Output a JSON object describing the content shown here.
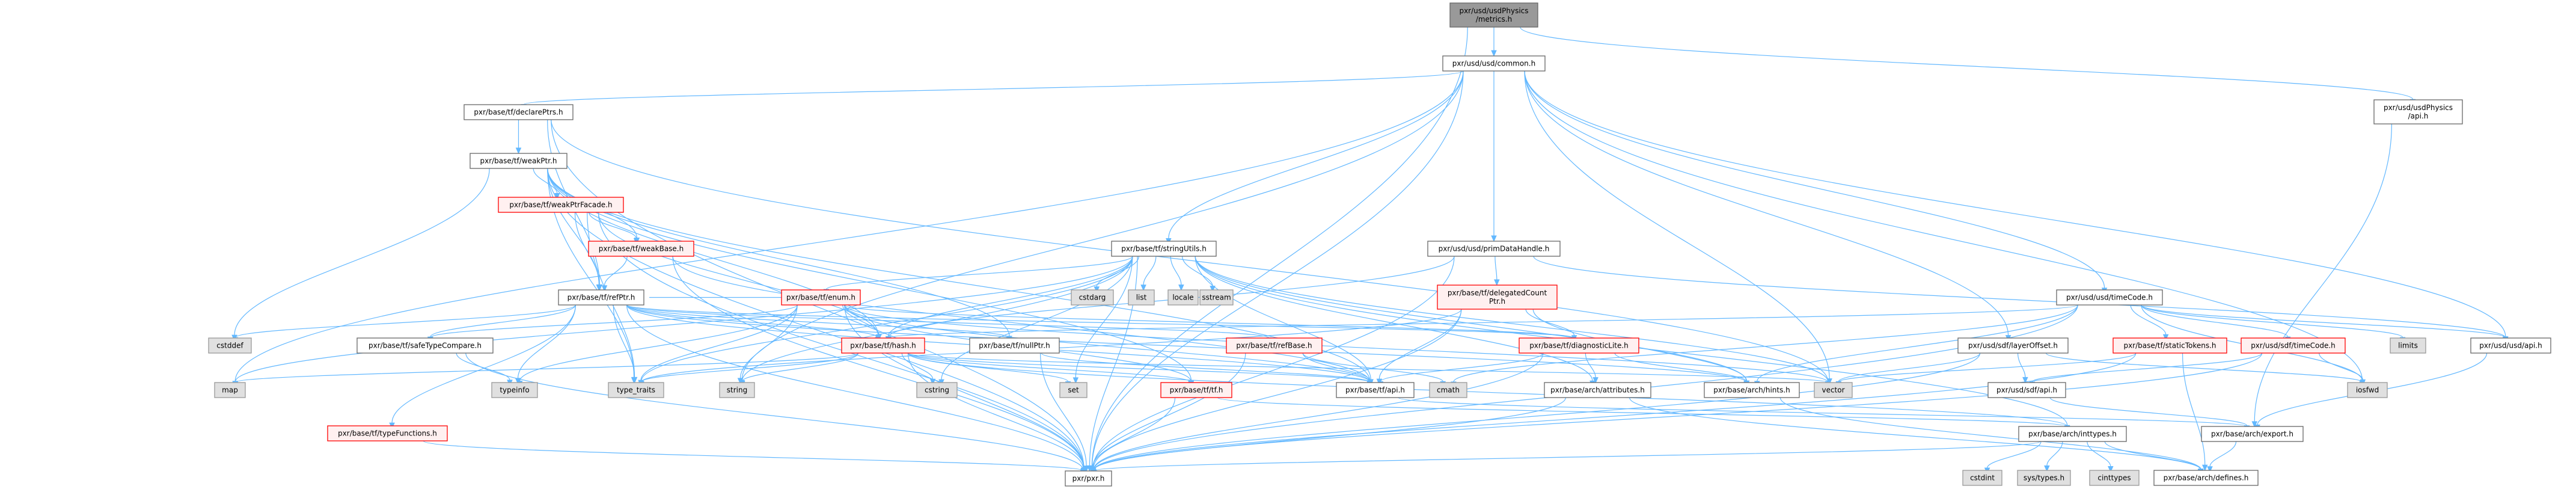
{
  "title": "pxr/usd/usdPhysics/metrics.h include dependency graph",
  "colors": {
    "edge": "#63b8ff",
    "root_fill": "#999999",
    "normal_fill": "#ffffff",
    "external_fill": "#e0e0e0",
    "truncated_fill": "#fff0f0",
    "truncated_border": "#ff0000"
  },
  "nodes": {
    "metrics": {
      "label": [
        "pxr/usd/usdPhysics",
        "/metrics.h"
      ],
      "kind": "root"
    },
    "common": {
      "label": [
        "pxr/usd/usd/common.h"
      ],
      "kind": "normal"
    },
    "declarePtrs": {
      "label": [
        "pxr/base/tf/declarePtrs.h"
      ],
      "kind": "normal"
    },
    "physicsApi": {
      "label": [
        "pxr/usd/usdPhysics",
        "/api.h"
      ],
      "kind": "normal"
    },
    "weakPtr": {
      "label": [
        "pxr/base/tf/weakPtr.h"
      ],
      "kind": "normal"
    },
    "weakPtrFacade": {
      "label": [
        "pxr/base/tf/weakPtrFacade.h"
      ],
      "kind": "truncated"
    },
    "weakBase": {
      "label": [
        "pxr/base/tf/weakBase.h"
      ],
      "kind": "truncated"
    },
    "stringUtils": {
      "label": [
        "pxr/base/tf/stringUtils.h"
      ],
      "kind": "normal"
    },
    "primDataHandle": {
      "label": [
        "pxr/usd/usd/primDataHandle.h"
      ],
      "kind": "normal"
    },
    "refPtr": {
      "label": [
        "pxr/base/tf/refPtr.h"
      ],
      "kind": "normal"
    },
    "enum": {
      "label": [
        "pxr/base/tf/enum.h"
      ],
      "kind": "truncated"
    },
    "cstdarg": {
      "label": [
        "cstdarg"
      ],
      "kind": "external"
    },
    "list": {
      "label": [
        "list"
      ],
      "kind": "external"
    },
    "locale": {
      "label": [
        "locale"
      ],
      "kind": "external"
    },
    "sstream": {
      "label": [
        "sstream"
      ],
      "kind": "external"
    },
    "delegatedCountPtr": {
      "label": [
        "pxr/base/tf/delegatedCount",
        "Ptr.h"
      ],
      "kind": "truncated"
    },
    "timeCode": {
      "label": [
        "pxr/usd/usd/timeCode.h"
      ],
      "kind": "normal"
    },
    "cstddef": {
      "label": [
        "cstddef"
      ],
      "kind": "external"
    },
    "safeTypeCompare": {
      "label": [
        "pxr/base/tf/safeTypeCompare.h"
      ],
      "kind": "normal"
    },
    "hash": {
      "label": [
        "pxr/base/tf/hash.h"
      ],
      "kind": "truncated"
    },
    "nullPtr": {
      "label": [
        "pxr/base/tf/nullPtr.h"
      ],
      "kind": "normal"
    },
    "refBase": {
      "label": [
        "pxr/base/tf/refBase.h"
      ],
      "kind": "truncated"
    },
    "diagnosticLite": {
      "label": [
        "pxr/base/tf/diagnosticLite.h"
      ],
      "kind": "truncated"
    },
    "layerOffset": {
      "label": [
        "pxr/usd/sdf/layerOffset.h"
      ],
      "kind": "normal"
    },
    "staticTokens": {
      "label": [
        "pxr/base/tf/staticTokens.h"
      ],
      "kind": "truncated"
    },
    "sdfTimeCode": {
      "label": [
        "pxr/usd/sdf/timeCode.h"
      ],
      "kind": "truncated"
    },
    "limits": {
      "label": [
        "limits"
      ],
      "kind": "external"
    },
    "usdApi": {
      "label": [
        "pxr/usd/usd/api.h"
      ],
      "kind": "normal"
    },
    "map": {
      "label": [
        "map"
      ],
      "kind": "external"
    },
    "typeinfo": {
      "label": [
        "typeinfo"
      ],
      "kind": "external"
    },
    "type_traits": {
      "label": [
        "type_traits"
      ],
      "kind": "external"
    },
    "string": {
      "label": [
        "string"
      ],
      "kind": "external"
    },
    "cstring": {
      "label": [
        "cstring"
      ],
      "kind": "external"
    },
    "set": {
      "label": [
        "set"
      ],
      "kind": "external"
    },
    "tf": {
      "label": [
        "pxr/base/tf/tf.h"
      ],
      "kind": "truncated"
    },
    "tfApi": {
      "label": [
        "pxr/base/tf/api.h"
      ],
      "kind": "normal"
    },
    "cmath": {
      "label": [
        "cmath"
      ],
      "kind": "external"
    },
    "attributes": {
      "label": [
        "pxr/base/arch/attributes.h"
      ],
      "kind": "normal"
    },
    "hints": {
      "label": [
        "pxr/base/arch/hints.h"
      ],
      "kind": "normal"
    },
    "vector": {
      "label": [
        "vector"
      ],
      "kind": "external"
    },
    "sdfApi": {
      "label": [
        "pxr/usd/sdf/api.h"
      ],
      "kind": "normal"
    },
    "iosfwd": {
      "label": [
        "iosfwd"
      ],
      "kind": "external"
    },
    "typeFunctions": {
      "label": [
        "pxr/base/tf/typeFunctions.h"
      ],
      "kind": "truncated"
    },
    "inttypes": {
      "label": [
        "pxr/base/arch/inttypes.h"
      ],
      "kind": "normal"
    },
    "export": {
      "label": [
        "pxr/base/arch/export.h"
      ],
      "kind": "normal"
    },
    "pxr": {
      "label": [
        "pxr/pxr.h"
      ],
      "kind": "normal"
    },
    "cstdint": {
      "label": [
        "cstdint"
      ],
      "kind": "external"
    },
    "systypes": {
      "label": [
        "sys/types.h"
      ],
      "kind": "external"
    },
    "cinttypes": {
      "label": [
        "cinttypes"
      ],
      "kind": "external"
    },
    "defines": {
      "label": [
        "pxr/base/arch/defines.h"
      ],
      "kind": "normal"
    }
  },
  "edges": [
    [
      "metrics",
      "common"
    ],
    [
      "metrics",
      "physicsApi"
    ],
    [
      "metrics",
      "pxr"
    ],
    [
      "common",
      "declarePtrs"
    ],
    [
      "common",
      "stringUtils"
    ],
    [
      "common",
      "primDataHandle"
    ],
    [
      "common",
      "timeCode"
    ],
    [
      "common",
      "layerOffset"
    ],
    [
      "common",
      "usdApi"
    ],
    [
      "common",
      "pxr"
    ],
    [
      "common",
      "string"
    ],
    [
      "common",
      "map"
    ],
    [
      "common",
      "vector"
    ],
    [
      "common",
      "iosfwd"
    ],
    [
      "physicsApi",
      "export"
    ],
    [
      "declarePtrs",
      "weakPtr"
    ],
    [
      "declarePtrs",
      "refPtr"
    ],
    [
      "declarePtrs",
      "pxr"
    ],
    [
      "declarePtrs",
      "vector"
    ],
    [
      "weakPtr",
      "weakPtrFacade"
    ],
    [
      "weakPtr",
      "weakBase"
    ],
    [
      "weakPtr",
      "refPtr"
    ],
    [
      "weakPtr",
      "nullPtr"
    ],
    [
      "weakPtr",
      "hash"
    ],
    [
      "weakPtr",
      "cstddef"
    ],
    [
      "weakPtr",
      "type_traits"
    ],
    [
      "weakPtr",
      "tf"
    ],
    [
      "weakPtr",
      "pxr"
    ],
    [
      "weakPtr",
      "tfApi"
    ],
    [
      "weakPtrFacade",
      "weakBase"
    ],
    [
      "weakPtrFacade",
      "refPtr"
    ],
    [
      "weakPtrFacade",
      "hash"
    ],
    [
      "weakPtrFacade",
      "type_traits"
    ],
    [
      "weakPtrFacade",
      "pxr"
    ],
    [
      "weakBase",
      "refPtr"
    ],
    [
      "weakBase",
      "tfApi"
    ],
    [
      "weakBase",
      "pxr"
    ],
    [
      "stringUtils",
      "enum"
    ],
    [
      "stringUtils",
      "cstdarg"
    ],
    [
      "stringUtils",
      "list"
    ],
    [
      "stringUtils",
      "locale"
    ],
    [
      "stringUtils",
      "sstream"
    ],
    [
      "stringUtils",
      "hash"
    ],
    [
      "stringUtils",
      "set"
    ],
    [
      "stringUtils",
      "string"
    ],
    [
      "stringUtils",
      "cstring"
    ],
    [
      "stringUtils",
      "type_traits"
    ],
    [
      "stringUtils",
      "tfApi"
    ],
    [
      "stringUtils",
      "attributes"
    ],
    [
      "stringUtils",
      "hints"
    ],
    [
      "stringUtils",
      "inttypes"
    ],
    [
      "stringUtils",
      "vector"
    ],
    [
      "stringUtils",
      "map"
    ],
    [
      "stringUtils",
      "pxr"
    ],
    [
      "primDataHandle",
      "delegatedCountPtr"
    ],
    [
      "primDataHandle",
      "hash"
    ],
    [
      "primDataHandle",
      "usdApi"
    ],
    [
      "primDataHandle",
      "pxr"
    ],
    [
      "refPtr",
      "typeFunctions"
    ],
    [
      "refPtr",
      "safeTypeCompare"
    ],
    [
      "refPtr",
      "hash"
    ],
    [
      "refPtr",
      "nullPtr"
    ],
    [
      "refPtr",
      "refBase"
    ],
    [
      "refPtr",
      "diagnosticLite"
    ],
    [
      "refPtr",
      "cstddef"
    ],
    [
      "refPtr",
      "typeinfo"
    ],
    [
      "refPtr",
      "type_traits"
    ],
    [
      "refPtr",
      "tfApi"
    ],
    [
      "refPtr",
      "hints"
    ],
    [
      "refPtr",
      "pxr"
    ],
    [
      "enum",
      "hash"
    ],
    [
      "enum",
      "refPtr"
    ],
    [
      "enum",
      "safeTypeCompare"
    ],
    [
      "enum",
      "tf"
    ],
    [
      "enum",
      "typeinfo"
    ],
    [
      "enum",
      "type_traits"
    ],
    [
      "enum",
      "string"
    ],
    [
      "enum",
      "vector"
    ],
    [
      "enum",
      "tfApi"
    ],
    [
      "enum",
      "diagnosticLite"
    ],
    [
      "enum",
      "pxr"
    ],
    [
      "delegatedCountPtr",
      "diagnosticLite"
    ],
    [
      "delegatedCountPtr",
      "tfApi"
    ],
    [
      "delegatedCountPtr",
      "type_traits"
    ],
    [
      "delegatedCountPtr",
      "pxr"
    ],
    [
      "delegatedCountPtr",
      "hints"
    ],
    [
      "timeCode",
      "staticTokens"
    ],
    [
      "timeCode",
      "sdfTimeCode"
    ],
    [
      "timeCode",
      "limits"
    ],
    [
      "timeCode",
      "usdApi"
    ],
    [
      "timeCode",
      "iosfwd"
    ],
    [
      "timeCode",
      "hash"
    ],
    [
      "timeCode",
      "cmath"
    ],
    [
      "timeCode",
      "hints"
    ],
    [
      "timeCode",
      "pxr"
    ],
    [
      "safeTypeCompare",
      "typeinfo"
    ],
    [
      "safeTypeCompare",
      "pxr"
    ],
    [
      "hash",
      "map"
    ],
    [
      "hash",
      "type_traits"
    ],
    [
      "hash",
      "string"
    ],
    [
      "hash",
      "cstring"
    ],
    [
      "hash",
      "set"
    ],
    [
      "hash",
      "tf"
    ],
    [
      "hash",
      "tfApi"
    ],
    [
      "hash",
      "inttypes"
    ],
    [
      "hash",
      "vector"
    ],
    [
      "hash",
      "pxr"
    ],
    [
      "nullPtr",
      "tfApi"
    ],
    [
      "nullPtr",
      "pxr"
    ],
    [
      "refBase",
      "tfApi"
    ],
    [
      "refBase",
      "cmath"
    ],
    [
      "refBase",
      "pxr"
    ],
    [
      "diagnosticLite",
      "tfApi"
    ],
    [
      "diagnosticLite",
      "attributes"
    ],
    [
      "diagnosticLite",
      "hints"
    ],
    [
      "diagnosticLite",
      "pxr"
    ],
    [
      "layerOffset",
      "sdfApi"
    ],
    [
      "layerOffset",
      "vector"
    ],
    [
      "layerOffset",
      "iosfwd"
    ],
    [
      "layerOffset",
      "pxr"
    ],
    [
      "staticTokens",
      "vector"
    ],
    [
      "staticTokens",
      "defines"
    ],
    [
      "staticTokens",
      "pxr"
    ],
    [
      "sdfTimeCode",
      "sdfApi"
    ],
    [
      "sdfTimeCode",
      "iosfwd"
    ],
    [
      "sdfTimeCode",
      "pxr"
    ],
    [
      "usdApi",
      "export"
    ],
    [
      "tf",
      "inttypes"
    ],
    [
      "tf",
      "pxr"
    ],
    [
      "tfApi",
      "export"
    ],
    [
      "attributes",
      "defines"
    ],
    [
      "attributes",
      "pxr"
    ],
    [
      "hints",
      "defines"
    ],
    [
      "sdfApi",
      "export"
    ],
    [
      "typeFunctions",
      "pxr"
    ],
    [
      "inttypes",
      "cstdint"
    ],
    [
      "inttypes",
      "systypes"
    ],
    [
      "inttypes",
      "cinttypes"
    ],
    [
      "inttypes",
      "defines"
    ],
    [
      "inttypes",
      "pxr"
    ],
    [
      "export",
      "defines"
    ]
  ]
}
